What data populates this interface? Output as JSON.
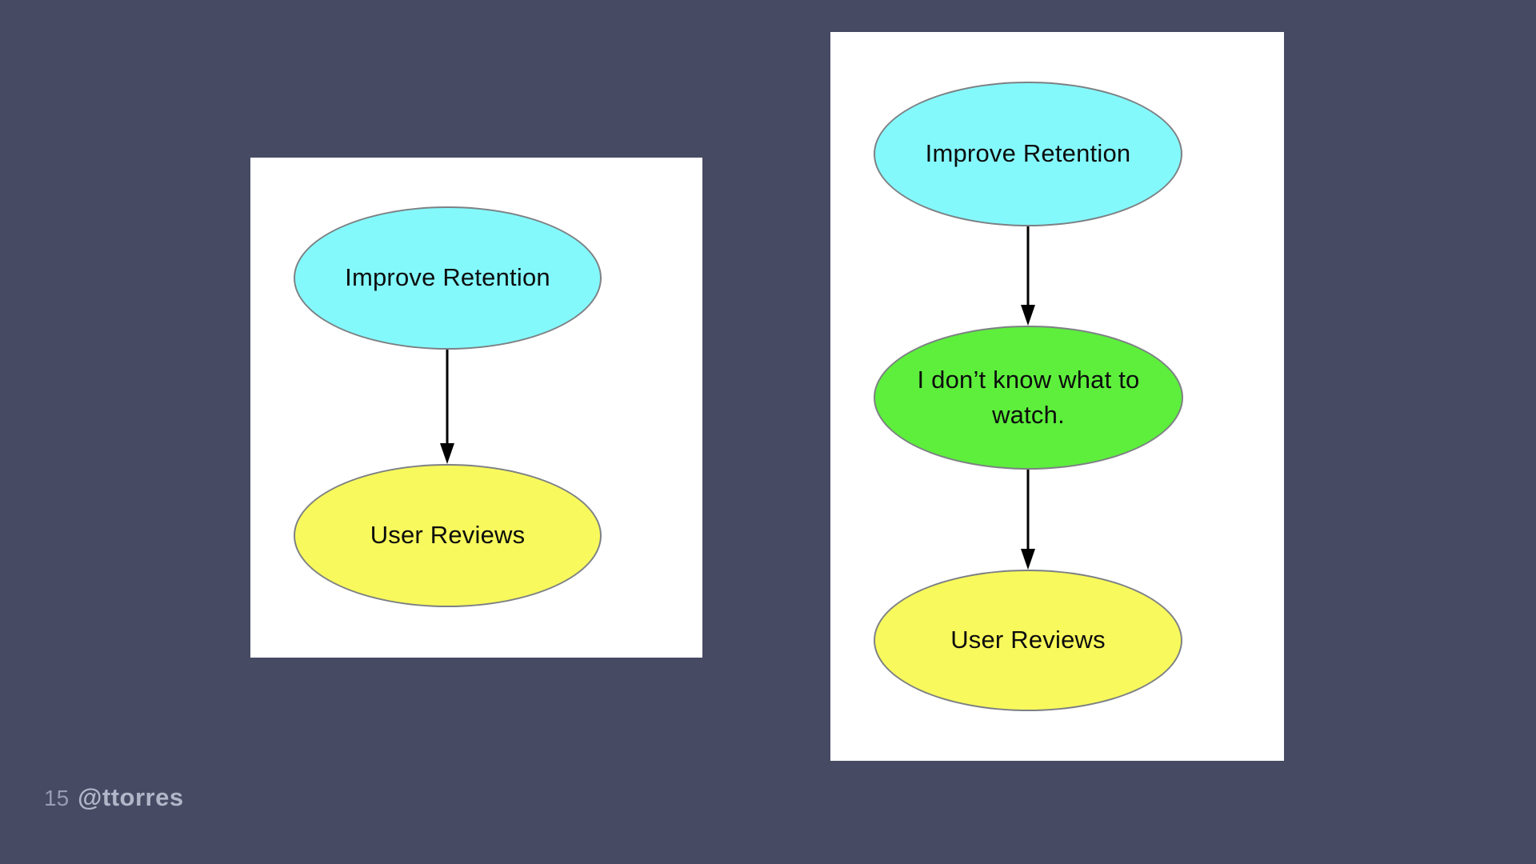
{
  "slide": {
    "background_color": "#474a63",
    "panel_color": "#ffffff",
    "footer": {
      "page_number": "15",
      "author_handle": "@ttorres"
    }
  },
  "diagrams": [
    {
      "id": "retention-opportunity-short",
      "nodes": [
        {
          "id": "improve-retention",
          "label": "Improve Retention",
          "fill": "#84f9fc"
        },
        {
          "id": "user-reviews",
          "label": "User Reviews",
          "fill": "#f8f95c"
        }
      ],
      "edges": [
        {
          "from": "improve-retention",
          "to": "user-reviews"
        }
      ]
    },
    {
      "id": "retention-opportunity-full",
      "nodes": [
        {
          "id": "improve-retention",
          "label": "Improve Retention",
          "fill": "#84f9fc"
        },
        {
          "id": "dont-know-what-to-watch",
          "label": "I don’t know what to watch.",
          "fill": "#5def3c"
        },
        {
          "id": "user-reviews",
          "label": "User Reviews",
          "fill": "#f8f95c"
        }
      ],
      "edges": [
        {
          "from": "improve-retention",
          "to": "dont-know-what-to-watch"
        },
        {
          "from": "dont-know-what-to-watch",
          "to": "user-reviews"
        }
      ]
    }
  ]
}
